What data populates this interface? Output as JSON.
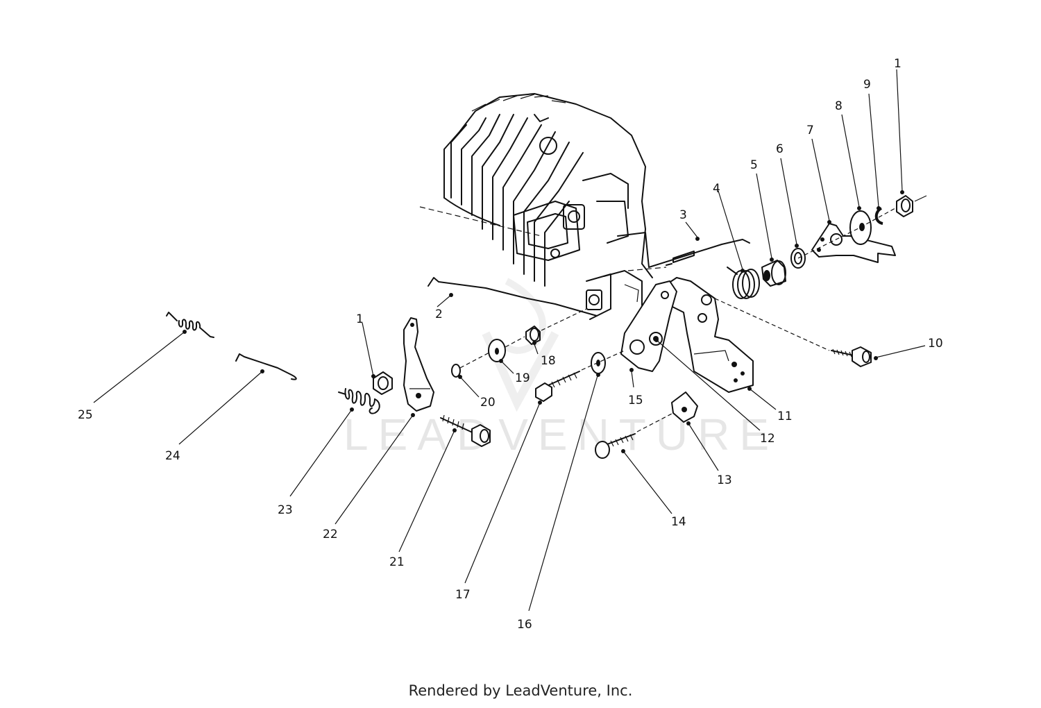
{
  "diagram": {
    "callouts": {
      "c1a": "1",
      "c1b": "1",
      "c2": "2",
      "c3": "3",
      "c4": "4",
      "c5": "5",
      "c6": "6",
      "c7": "7",
      "c8": "8",
      "c9": "9",
      "c10": "10",
      "c11": "11",
      "c12": "12",
      "c13": "13",
      "c14": "14",
      "c15": "15",
      "c16": "16",
      "c17": "17",
      "c18": "18",
      "c19": "19",
      "c20": "20",
      "c21": "21",
      "c22": "22",
      "c23": "23",
      "c24": "24",
      "c25": "25"
    },
    "watermark": "LEADVENTURE",
    "footer": "Rendered by LeadVenture, Inc."
  }
}
